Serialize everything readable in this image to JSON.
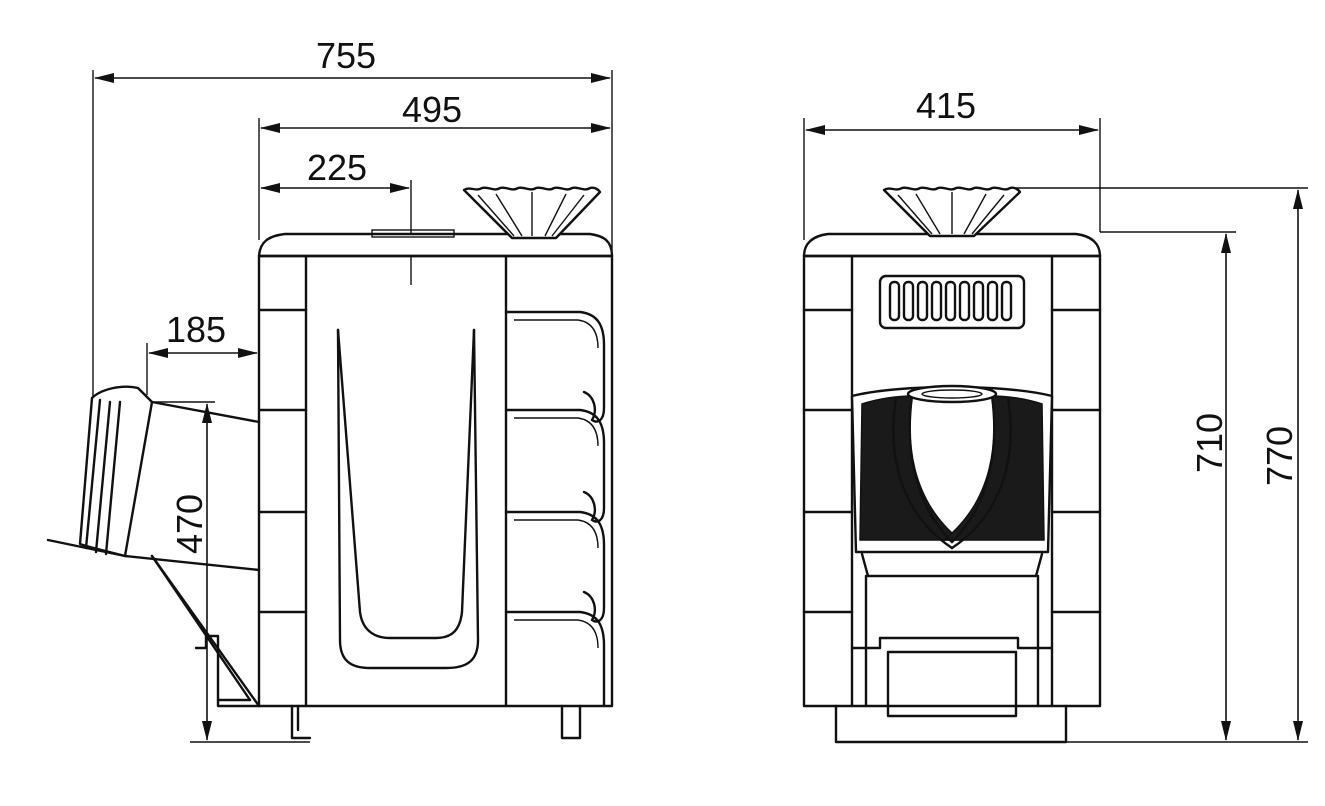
{
  "dimensions": {
    "overall_depth": "755",
    "body_depth": "495",
    "top_offset": "225",
    "chimney_offset": "185",
    "chimney_height": "470",
    "front_width": "415",
    "body_height": "710",
    "total_height": "770"
  },
  "colors": {
    "line": "#111111",
    "background": "#ffffff"
  }
}
